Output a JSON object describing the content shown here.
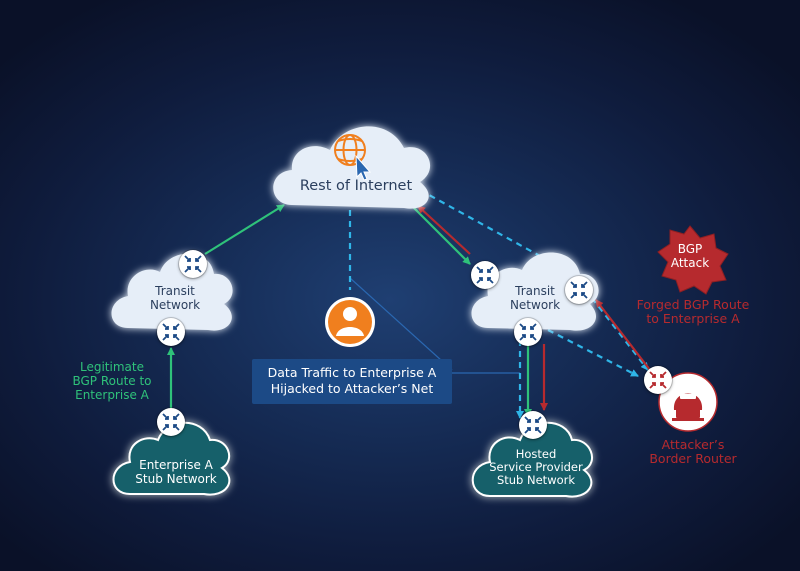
{
  "clouds": {
    "internet": "Rest of Internet",
    "transit_left": "Transit\nNetwork",
    "transit_right": "Transit\nNetwork",
    "enterprise_a": "Enterprise A\nStub Network",
    "hosted": "Hosted\nService Provider\nStub Network"
  },
  "labels": {
    "legitimate_route": "Legitimate\nBGP Route to\nEnterprise A",
    "forged_route": "Forged BGP Route\nto Enterprise A",
    "attacker_router": "Attacker’s\nBorder Router",
    "bgp_attack": "BGP\nAttack",
    "hijack_callout": "Data Traffic to Enterprise A\nHijacked to Attacker’s Net"
  },
  "icons": {
    "internet": "globe-cursor-icon",
    "router": "router-arrows-icon",
    "victim": "person-icon",
    "attacker": "hacker-icon",
    "attack": "explosion-icon"
  },
  "colors": {
    "background": "#0f1c3d",
    "legitimate": "#2fc27a",
    "attack": "#b62a2e",
    "data_traffic": "#2fb6e8",
    "enterprise_cloud": "#14606a",
    "transit_cloud": "#e6eef8",
    "callout": "#1c4a86",
    "person": "#f07f1e"
  }
}
